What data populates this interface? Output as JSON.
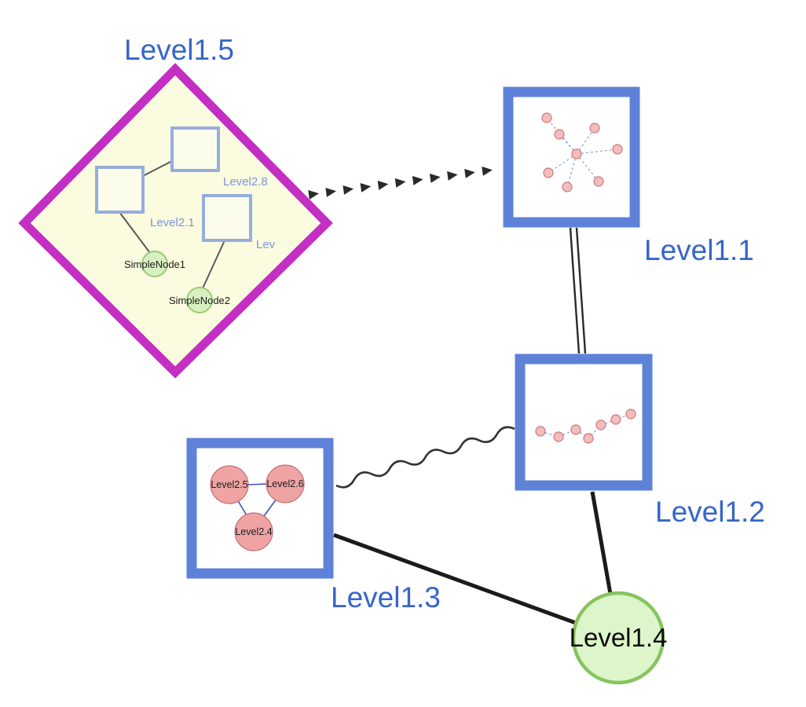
{
  "diagram": {
    "nodes": {
      "level15": {
        "label": "Level1.5",
        "type": "group-diamond"
      },
      "level11": {
        "label": "Level1.1",
        "type": "group-box"
      },
      "level12": {
        "label": "Level1.2",
        "type": "group-box"
      },
      "level13": {
        "label": "Level1.3",
        "type": "group-box"
      },
      "level14": {
        "label": "Level1.4",
        "type": "circle-node"
      },
      "level28": {
        "label": "Level2.8",
        "type": "square-node"
      },
      "level21": {
        "label": "Level2.1",
        "type": "square-node"
      },
      "lev": {
        "label": "Lev",
        "type": "square-node"
      },
      "simplenode1": {
        "label": "SimpleNode1",
        "type": "circle-node"
      },
      "simplenode2": {
        "label": "SimpleNode2",
        "type": "circle-node"
      },
      "level25": {
        "label": "Level2.5",
        "type": "circle-node"
      },
      "level26": {
        "label": "Level2.6",
        "type": "circle-node"
      },
      "level24": {
        "label": "Level2.4",
        "type": "circle-node"
      }
    },
    "edges": [
      {
        "from": "Level1.5",
        "to": "Level1.1",
        "style": "bold-dashed-arrow"
      },
      {
        "from": "Level1.1",
        "to": "Level1.2",
        "style": "double-line"
      },
      {
        "from": "Level1.3",
        "to": "Level1.2",
        "style": "wavy"
      },
      {
        "from": "Level1.3",
        "to": "Level1.4",
        "style": "solid"
      },
      {
        "from": "Level1.2",
        "to": "Level1.4",
        "style": "solid"
      }
    ]
  },
  "colors": {
    "label_blue": "#3765C9",
    "label_black": "#0b0b0b",
    "group_border_blue": "#5E82D8",
    "inner_square_border": "#96AEDC",
    "diamond_border_magenta": "#C32EC3",
    "diamond_fill": "#FBFBDF",
    "green_node_fill": "#DDF5CA",
    "green_node_border": "#87C45F",
    "small_green_fill": "#D8EFC2",
    "pink_node_fill": "#EFA3A3",
    "pink_node_border": "#C17070",
    "edge_black": "#2a2a2a",
    "triangle_edge_blue": "#3D4FC4",
    "dashed_inner_edge_blue": "#90A0DC",
    "sub_label_blue": "#7C95D6"
  }
}
